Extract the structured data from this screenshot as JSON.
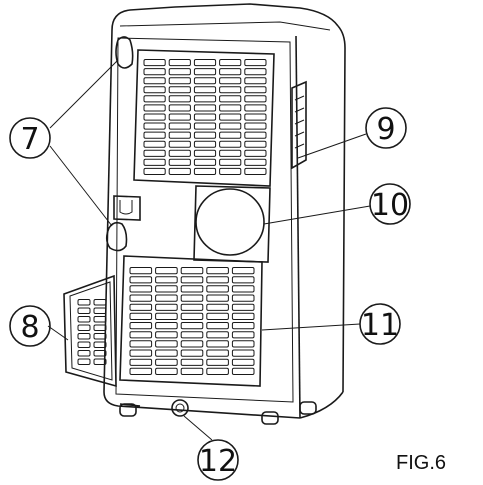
{
  "figure": {
    "label": "FIG.6"
  },
  "callouts": [
    {
      "id": "7",
      "label": "7"
    },
    {
      "id": "8",
      "label": "8"
    },
    {
      "id": "9",
      "label": "9"
    },
    {
      "id": "10",
      "label": "10"
    },
    {
      "id": "11",
      "label": "11"
    },
    {
      "id": "12",
      "label": "12"
    }
  ],
  "colors": {
    "line": "#1a1a1a",
    "background": "#ffffff"
  }
}
